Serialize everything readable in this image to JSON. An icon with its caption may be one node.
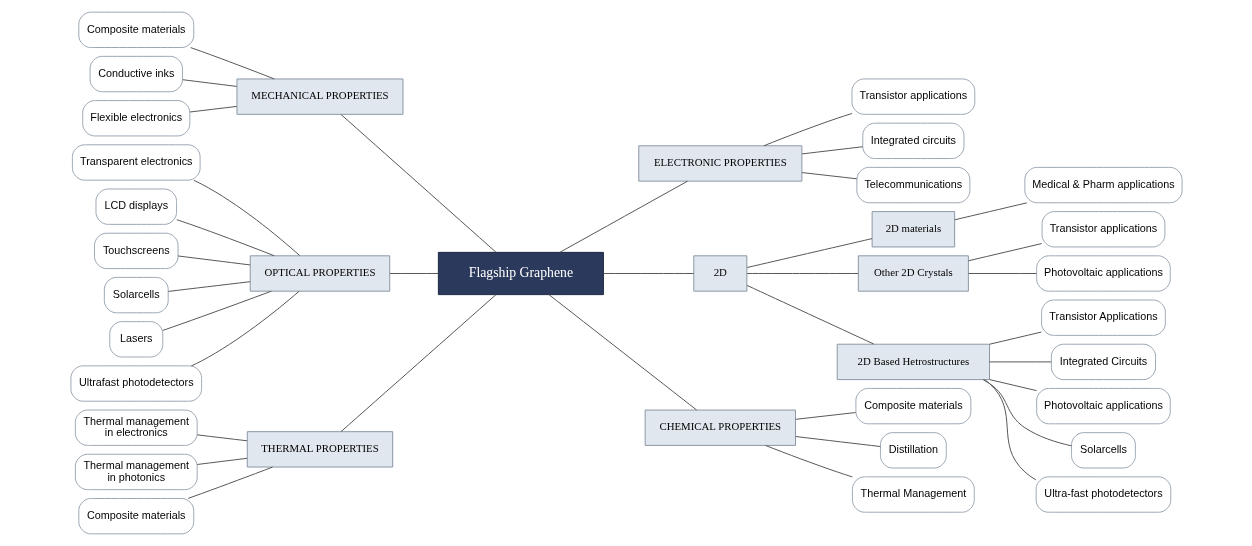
{
  "diagram": {
    "nodes": [
      {
        "text": [
          "Flagship Graphene"
        ]
      },
      {
        "text": [
          "MECHANICAL PROPERTIES"
        ]
      },
      {
        "text": [
          "Composite materials"
        ]
      },
      {
        "text": [
          "Conductive inks"
        ]
      },
      {
        "text": [
          "Flexible electronics"
        ]
      },
      {
        "text": [
          "OPTICAL PROPERTIES"
        ]
      },
      {
        "text": [
          "Transparent electronics"
        ]
      },
      {
        "text": [
          "LCD displays"
        ]
      },
      {
        "text": [
          "Touchscreens"
        ]
      },
      {
        "text": [
          "Solarcells"
        ]
      },
      {
        "text": [
          "Lasers"
        ]
      },
      {
        "text": [
          "Ultrafast photodetectors"
        ]
      },
      {
        "text": [
          "THERMAL PROPERTIES"
        ]
      },
      {
        "text": [
          "Thermal management in electronics"
        ]
      },
      {
        "text": [
          "Thermal management in photonics"
        ]
      },
      {
        "text": [
          "Composite materials"
        ]
      },
      {
        "text": [
          "ELECTRONIC PROPERTIES"
        ]
      },
      {
        "text": [
          "Transistor applications"
        ]
      },
      {
        "text": [
          "Integrated circuits"
        ]
      },
      {
        "text": [
          "Telecommunications"
        ]
      },
      {
        "text": [
          "2D"
        ]
      },
      {
        "text": [
          "2D materials"
        ]
      },
      {
        "text": [
          "Medical & Pharm applications"
        ]
      },
      {
        "text": [
          "Other 2D Crystals"
        ]
      },
      {
        "text": [
          "Transistor applications"
        ]
      },
      {
        "text": [
          "Photovoltaic applications"
        ]
      },
      {
        "text": [
          "2D Based Hetrostructures"
        ]
      },
      {
        "text": [
          "Transistor Applications"
        ]
      },
      {
        "text": [
          "Integrated Circuits"
        ]
      },
      {
        "text": [
          "Photovoltaic applications"
        ]
      },
      {
        "text": [
          "Solarcells"
        ]
      },
      {
        "text": [
          "Ultra-fast photodetectors"
        ]
      },
      {
        "text": [
          "CHEMICAL PROPERTIES"
        ]
      },
      {
        "text": [
          "Composite materials"
        ]
      },
      {
        "text": [
          "Distillation"
        ]
      },
      {
        "text": [
          "Thermal Management"
        ]
      }
    ],
    "edges": [
      {
        "from": 0,
        "to": 1,
        "arrow": "none"
      },
      {
        "from": 1,
        "to": 2,
        "arrow": "none"
      },
      {
        "from": 1,
        "to": 3,
        "arrow": "none"
      },
      {
        "from": 1,
        "to": 4,
        "arrow": "none"
      },
      {
        "from": 0,
        "to": 5,
        "arrow": "none"
      },
      {
        "from": 5,
        "to": 6,
        "arrow": "none"
      },
      {
        "from": 5,
        "to": 7,
        "arrow": "none"
      },
      {
        "from": 5,
        "to": 8,
        "arrow": "none"
      },
      {
        "from": 5,
        "to": 9,
        "arrow": "none"
      },
      {
        "from": 5,
        "to": 10,
        "arrow": "none"
      },
      {
        "from": 5,
        "to": 11,
        "arrow": "none"
      },
      {
        "from": 0,
        "to": 12,
        "arrow": "none"
      },
      {
        "from": 12,
        "to": 13,
        "arrow": "none"
      },
      {
        "from": 12,
        "to": 14,
        "arrow": "none"
      },
      {
        "from": 12,
        "to": 15,
        "arrow": "none"
      },
      {
        "from": 0,
        "to": 16,
        "arrow": "none"
      },
      {
        "from": 16,
        "to": 17,
        "arrow": "none"
      },
      {
        "from": 16,
        "to": 18,
        "arrow": "none"
      },
      {
        "from": 16,
        "to": 19,
        "arrow": "none"
      },
      {
        "from": 0,
        "to": 20,
        "arrow": "none"
      },
      {
        "from": 20,
        "to": 21,
        "arrow": "none"
      },
      {
        "from": 21,
        "to": 22,
        "arrow": "none"
      },
      {
        "from": 20,
        "to": 23,
        "arrow": "none"
      },
      {
        "from": 23,
        "to": 24,
        "arrow": "none"
      },
      {
        "from": 23,
        "to": 25,
        "arrow": "none"
      },
      {
        "from": 20,
        "to": 26,
        "arrow": "none"
      },
      {
        "from": 26,
        "to": 27,
        "arrow": "none"
      },
      {
        "from": 26,
        "to": 28,
        "arrow": "none"
      },
      {
        "from": 26,
        "to": 29,
        "arrow": "none"
      },
      {
        "from": 26,
        "to": 30,
        "arrow": "none"
      },
      {
        "from": 26,
        "to": 31,
        "arrow": "none"
      },
      {
        "from": 0,
        "to": 32,
        "arrow": "none"
      },
      {
        "from": 32,
        "to": 33,
        "arrow": "none"
      },
      {
        "from": 32,
        "to": 34,
        "arrow": "none"
      },
      {
        "from": 32,
        "to": 35,
        "arrow": "none"
      }
    ]
  }
}
